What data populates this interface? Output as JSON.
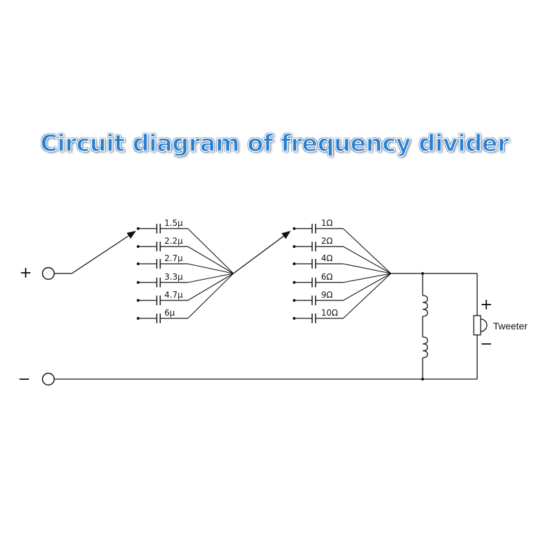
{
  "title": "Circuit diagram of frequency divider",
  "input_terminals": {
    "plus": "+",
    "minus": "−"
  },
  "capacitors": [
    "1.5μ",
    "2.2μ",
    "2.7μ",
    "3.3μ",
    "4.7μ",
    "6μ"
  ],
  "resistors": [
    "1Ω",
    "2Ω",
    "4Ω",
    "6Ω",
    "9Ω",
    "10Ω"
  ],
  "tweeter": {
    "label": "Tweeter",
    "plus": "+",
    "minus": "−"
  },
  "colors": {
    "title_fill": "#2a7fd0",
    "title_outline": "#0a4f96",
    "line": "#111111"
  }
}
